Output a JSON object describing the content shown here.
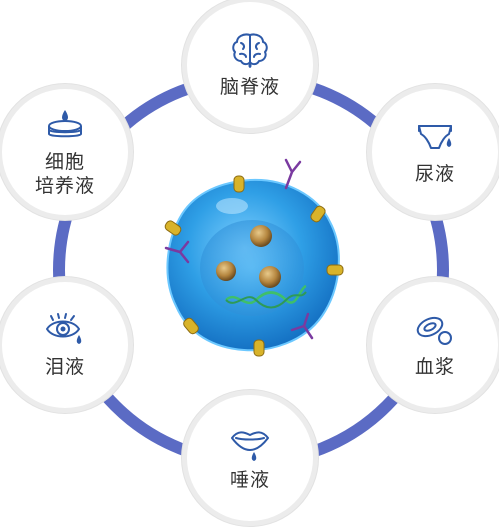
{
  "colors": {
    "ring": "#5b6bc4",
    "icon": "#2e5aa8",
    "label": "#333333",
    "cell": "#3aa6e8"
  },
  "nodes": {
    "csf": {
      "icon": "brain-icon",
      "lines": [
        "脑脊液"
      ]
    },
    "urine": {
      "icon": "diaper-icon",
      "lines": [
        "尿液"
      ]
    },
    "plasma": {
      "icon": "blood-cell-icon",
      "lines": [
        "血浆"
      ]
    },
    "saliva": {
      "icon": "mouth-icon",
      "lines": [
        "唾液"
      ]
    },
    "tears": {
      "icon": "eye-tear-icon",
      "lines": [
        "泪液"
      ]
    },
    "culture": {
      "icon": "petri-dish-icon",
      "lines": [
        "细胞",
        "培养液"
      ]
    }
  }
}
